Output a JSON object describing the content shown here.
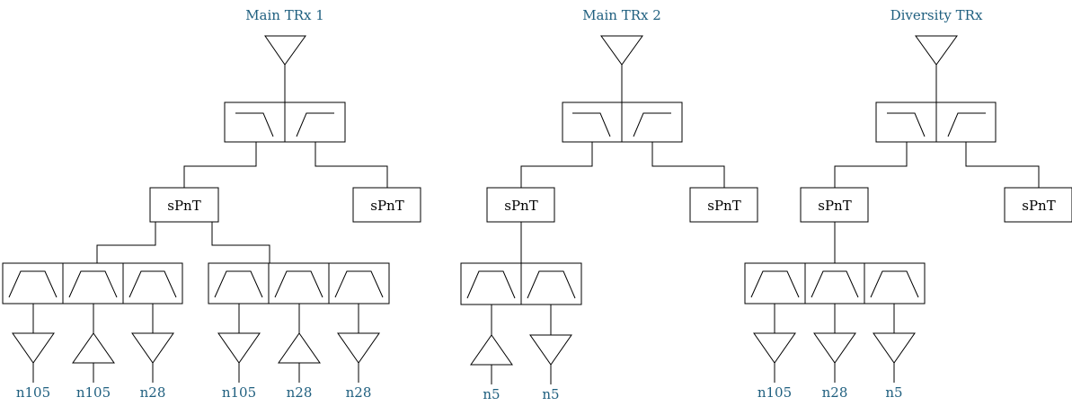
{
  "colors": {
    "label": "#1f5f7f",
    "stroke": "#000000",
    "background": "#ffffff"
  },
  "titles": [
    "Main TRx 1",
    "Main TRx 2",
    "Diversity TRx"
  ],
  "blocks": {
    "main1_left": "sPnT",
    "main1_right": "sPnT",
    "main2_left": "sPnT",
    "main2_right": "sPnT",
    "div_left": "sPnT",
    "div_right": "sPnT"
  },
  "bands": {
    "main1": [
      "n105",
      "n105",
      "n28",
      "n105",
      "n28",
      "n28"
    ],
    "main2": [
      "n5",
      "n5"
    ],
    "div": [
      "n105",
      "n28",
      "n5"
    ]
  },
  "icons": {
    "antenna": "antenna-icon",
    "lowpass": "lowpass-filter-icon",
    "highpass": "highpass-filter-icon",
    "bandpass": "bandpass-filter-icon",
    "amp_down": "amplifier-down-icon",
    "amp_up": "amplifier-up-icon"
  }
}
